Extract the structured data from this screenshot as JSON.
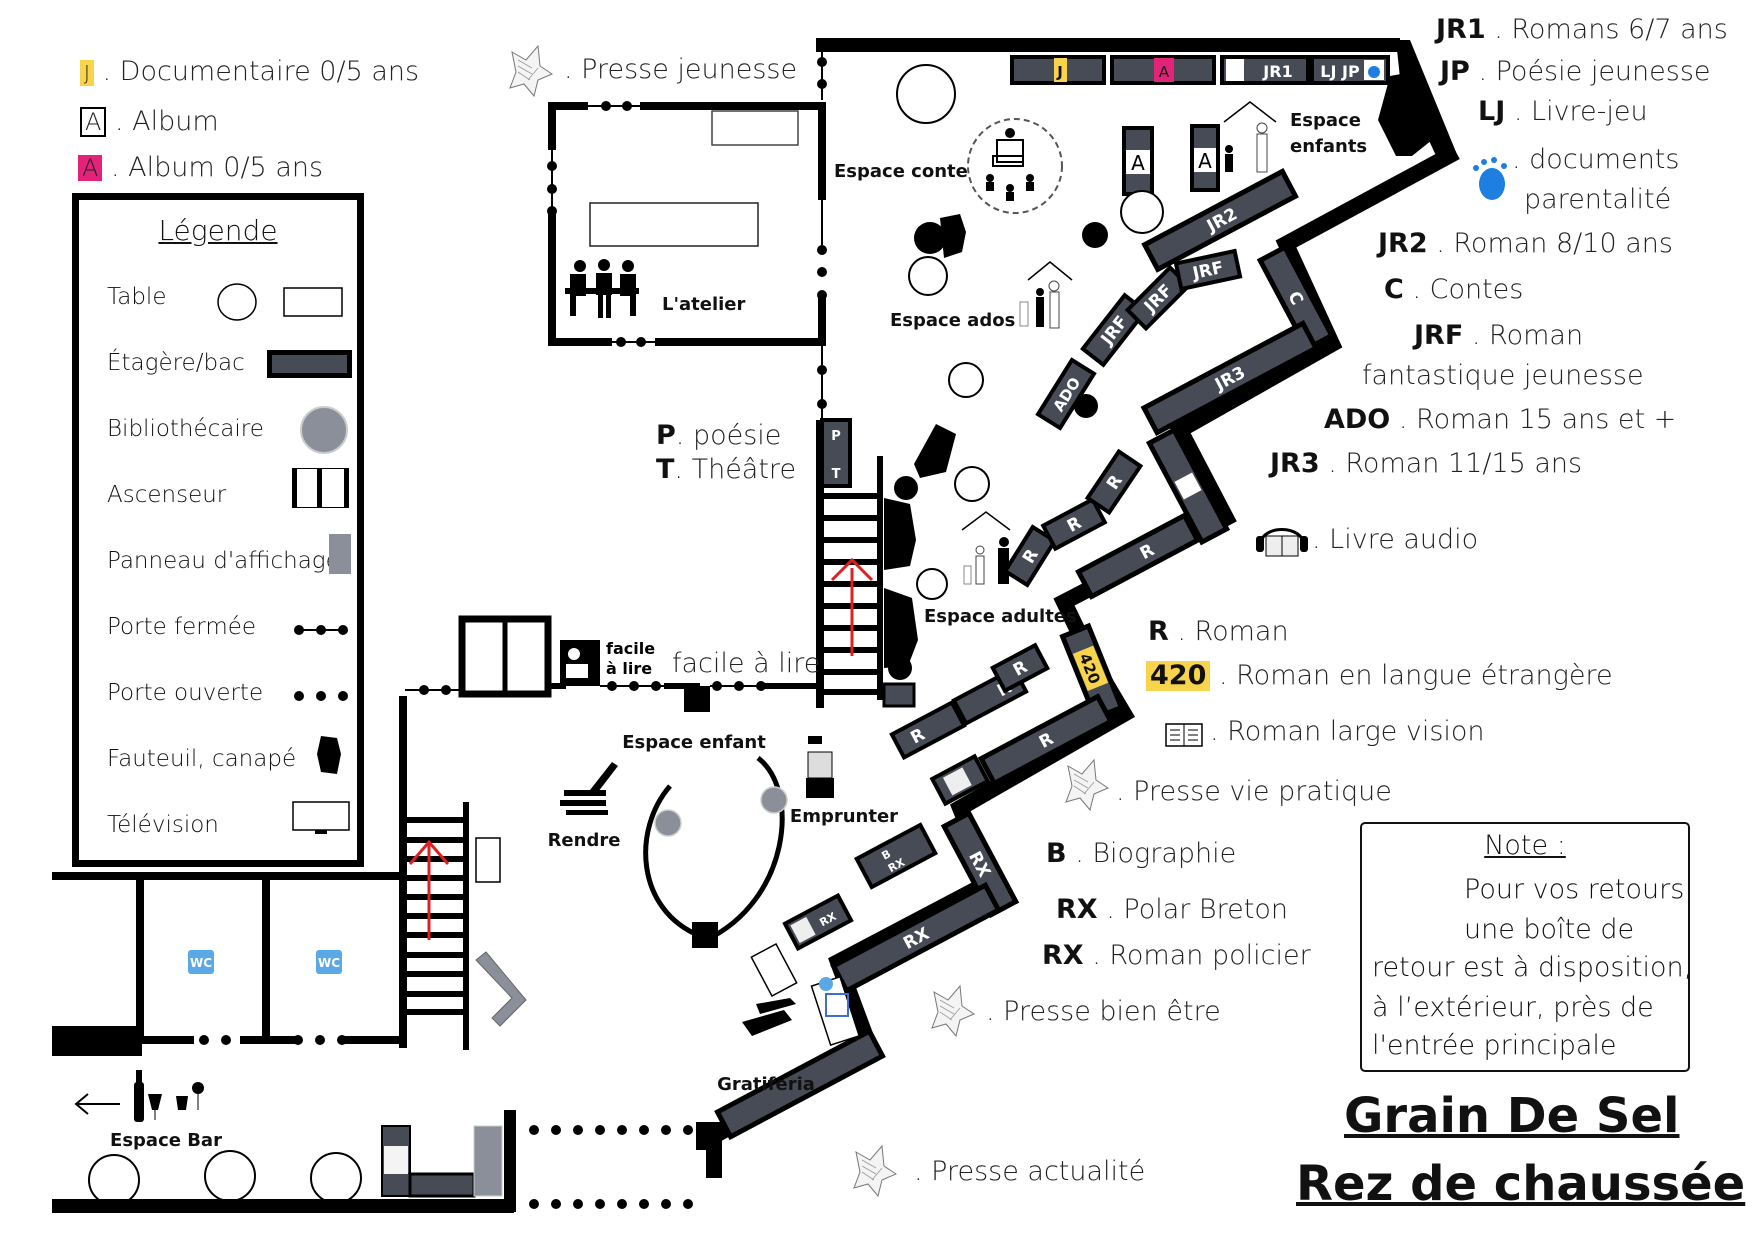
{
  "title": {
    "line1": "Grain De Sel",
    "line2": "Rez de chaussée"
  },
  "top_left_key": [
    {
      "badge": "J",
      "badge_color": "#f7d44c",
      "text": ". Documentaire 0/5 ans"
    },
    {
      "badge": "A",
      "badge_color": "#ffffff",
      "text": ". Album"
    },
    {
      "badge": "A",
      "badge_color": "#e3237a",
      "text": ". Album 0/5 ans"
    }
  ],
  "legend": {
    "title": "Légende",
    "items": [
      {
        "label": "Table",
        "icon": "table-icon"
      },
      {
        "label": "Étagère/bac",
        "icon": "shelf-icon"
      },
      {
        "label": "Bibliothécaire",
        "icon": "librarian-icon"
      },
      {
        "label": "Ascenseur",
        "icon": "elevator-icon"
      },
      {
        "label": "Panneau d'affichage",
        "icon": "notice-board-icon"
      },
      {
        "label": "Porte fermée",
        "icon": "closed-door-icon"
      },
      {
        "label": "Porte ouverte",
        "icon": "open-door-icon"
      },
      {
        "label": "Fauteuil, canapé",
        "icon": "armchair-icon"
      },
      {
        "label": "Télévision",
        "icon": "television-icon"
      }
    ]
  },
  "right_key": [
    {
      "code": "JR1",
      "text": ". Romans 6/7 ans"
    },
    {
      "code": "JP",
      "text": ". Poésie jeunesse"
    },
    {
      "code": "LJ",
      "text": ". Livre-jeu"
    },
    {
      "code": "",
      "icon": "handprint-icon",
      "text": ". documents",
      "text2": "parentalité"
    },
    {
      "code": "JR2",
      "text": ". Roman 8/10 ans"
    },
    {
      "code": "C",
      "text": ". Contes"
    },
    {
      "code": "JRF",
      "text": ". Roman",
      "text2": "fantastique jeunesse"
    },
    {
      "code": "ADO",
      "text": ". Roman 15 ans et +"
    },
    {
      "code": "JR3",
      "text": ". Roman 11/15 ans"
    },
    {
      "code": "",
      "icon": "audiobook-icon",
      "text": ". Livre audio"
    },
    {
      "code": "R",
      "text": ". Roman"
    },
    {
      "code": "420",
      "highlight": "#f7d44c",
      "text": ". Roman en langue étrangère"
    },
    {
      "code": "",
      "icon": "large-print-book-icon",
      "text": ". Roman large vision"
    },
    {
      "code": "",
      "icon": "newspaper-icon",
      "text": ". Presse vie pratique"
    },
    {
      "code": "B",
      "text": ". Biographie"
    },
    {
      "code": "RX",
      "text": ". Polar Breton"
    },
    {
      "code": "RX",
      "text": ". Roman policier"
    },
    {
      "code": "",
      "icon": "newspaper-icon",
      "text": ". Presse bien être"
    },
    {
      "code": "",
      "icon": "newspaper-icon",
      "text": ". Presse actualité"
    }
  ],
  "center_key": {
    "presse_jeunesse": ". Presse jeunesse",
    "p_code": "P",
    "p_text": ". poésie",
    "t_code": "T",
    "t_text": ". Théâtre",
    "facile_a_lire": "facile à lire",
    "facile_a_lire_sign": [
      "facile",
      "à lire"
    ]
  },
  "note": {
    "title": "Note :",
    "lines": [
      "Pour vos retours",
      "une boîte de",
      "retour est à disposition,",
      "à l’extérieur,  près de",
      "l'entrée principale"
    ]
  },
  "map": {
    "areas": {
      "atelier": "L'atelier",
      "espace_conte": "Espace conte",
      "espace_enfants": [
        "Espace",
        "enfants"
      ],
      "espace_ados": "Espace ados",
      "espace_adultes": "Espace adultes",
      "espace_enfant": "Espace enfant",
      "rendre": "Rendre",
      "emprunter": "Emprunter",
      "gratiferia": "Gratiferia",
      "espace_bar": "Espace Bar",
      "wc": "WC"
    },
    "top_shelves": [
      "J",
      "A",
      "JR1",
      "LJ JP"
    ],
    "album_shelves": [
      "A",
      "A"
    ],
    "shelf_labels": {
      "jr2": "JR2",
      "c": "C",
      "jrf": "JRF",
      "jr3": "JR3",
      "ado": "ADO",
      "r": "R",
      "code420": "420",
      "b_rx": [
        "B",
        "RX"
      ],
      "rx": "RX",
      "tp": [
        "T",
        "P"
      ]
    },
    "colors": {
      "shelf": "#474b56",
      "wall": "#000000",
      "librarian": "#8a8f99",
      "notice_board": "#8a8f99",
      "stairs_arrow": "#e02020",
      "wc": "#5aa9e6",
      "yellow": "#f7d44c",
      "pink": "#e3237a",
      "hand_blue": "#1e7fe0"
    }
  }
}
